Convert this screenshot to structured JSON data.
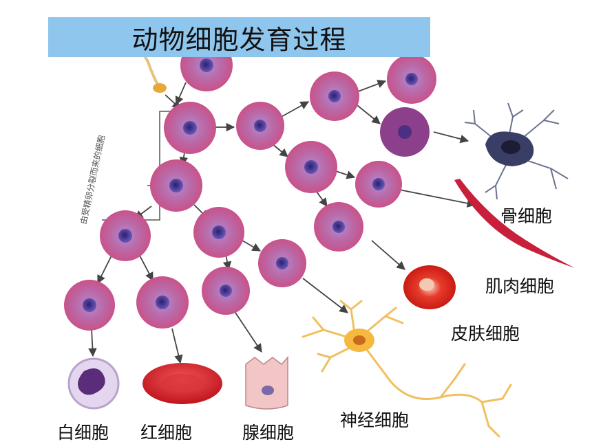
{
  "title": "动物细胞发育过程",
  "side_note": "由受精卵分裂而来的细胞",
  "labels": {
    "bone": "骨细胞",
    "muscle": "肌肉细胞",
    "skin": "皮肤细胞",
    "nerve": "神经细胞",
    "white_blood": "白细胞",
    "red_blood": "红细胞",
    "gland": "腺细胞"
  },
  "colors": {
    "title_bg": "#8fc6ee",
    "cell_outer": "#c35c8e",
    "cell_inner": "#a66fc0",
    "nucleus": "#5a47a8",
    "arrow": "#444444",
    "red_cell": "#d61e24",
    "nerve_cell": "#f2c25a"
  }
}
